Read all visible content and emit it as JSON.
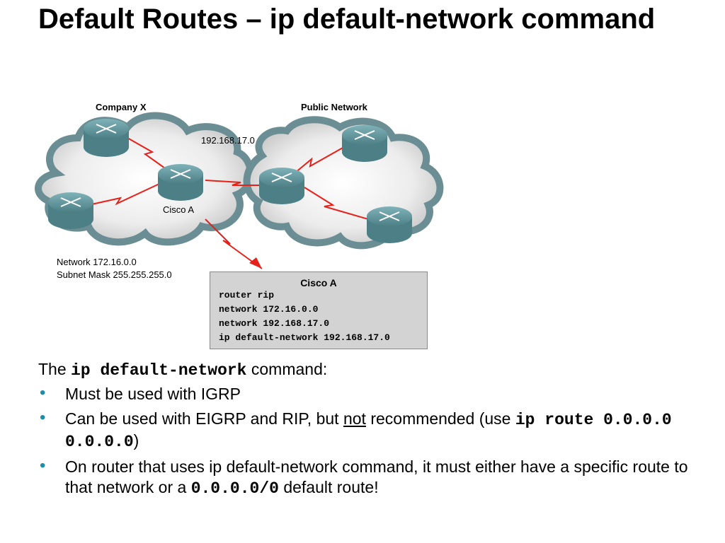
{
  "title": "Default Routes – ip default-network command",
  "diagram": {
    "company_label": "Company X",
    "public_label": "Public Network",
    "link_label": "192.168.17.0",
    "router_label": "Cisco A",
    "network_line": "Network 172.16.0.0",
    "mask_line": "Subnet Mask 255.255.255.0",
    "config": {
      "title": "Cisco A",
      "lines": [
        "router rip",
        "network 172.16.0.0",
        "network 192.168.17.0",
        "ip default-network 192.168.17.0"
      ]
    },
    "colors": {
      "link": "#e8201a",
      "router": "#4d7f86",
      "cloud": "#d7d7d7"
    }
  },
  "body": {
    "intro_pre": "The ",
    "intro_code": "ip default-network",
    "intro_post": " command:",
    "bullets": [
      {
        "text": "Must be used with IGRP"
      },
      {
        "pre": "Can be used with EIGRP and RIP, but ",
        "underlined": "not",
        "mid": " recommended (use ",
        "code": "ip route 0.0.0.0 0.0.0.0",
        "post": ")"
      },
      {
        "pre": "On router that uses ip default-network command, it must either have a specific route to that network or a ",
        "code": "0.0.0.0/0",
        "post": " default route!"
      }
    ]
  }
}
